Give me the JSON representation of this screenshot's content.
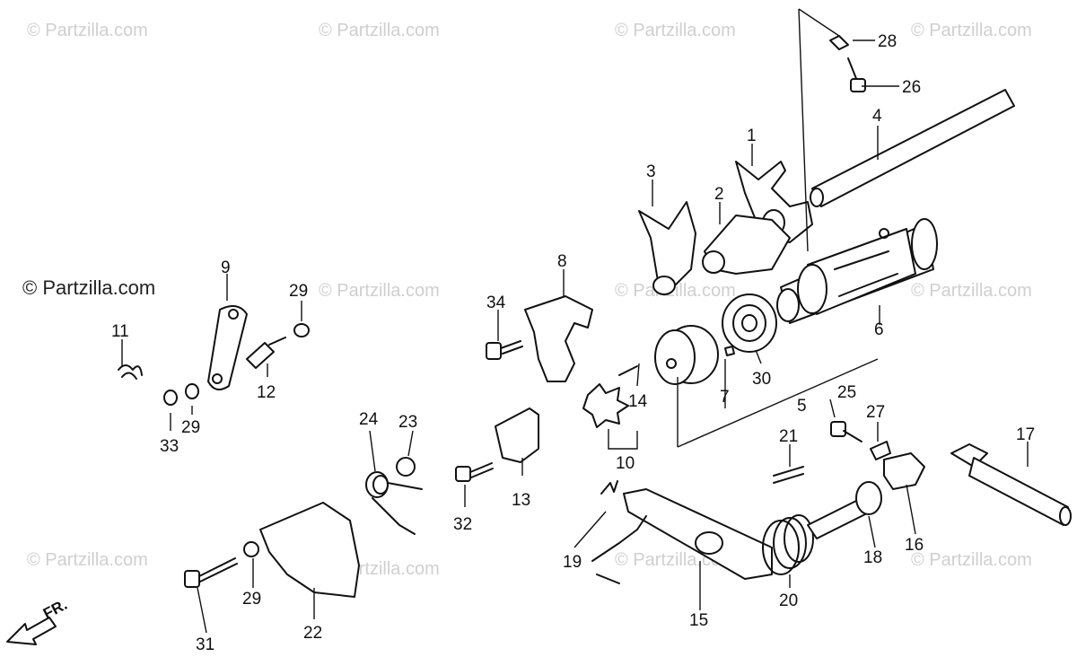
{
  "diagram": {
    "brand_label": "© Partzilla.com",
    "watermark_text": "© Partzilla.com",
    "direction_label": "FR.",
    "callouts": {
      "p1": "1",
      "p2": "2",
      "p3": "3",
      "p4": "4",
      "p5": "5",
      "p6": "6",
      "p7": "7",
      "p8": "8",
      "p9": "9",
      "p10": "10",
      "p11": "11",
      "p12": "12",
      "p13": "13",
      "p14": "14",
      "p15": "15",
      "p16": "16",
      "p17": "17",
      "p18": "18",
      "p19": "19",
      "p20": "20",
      "p21": "21",
      "p22": "22",
      "p23": "23",
      "p24": "24",
      "p25": "25",
      "p26": "26",
      "p27": "27",
      "p28": "28",
      "p29a": "29",
      "p29b": "29",
      "p29c": "29",
      "p30": "30",
      "p31": "31",
      "p32": "32",
      "p33": "33",
      "p34": "34"
    }
  }
}
